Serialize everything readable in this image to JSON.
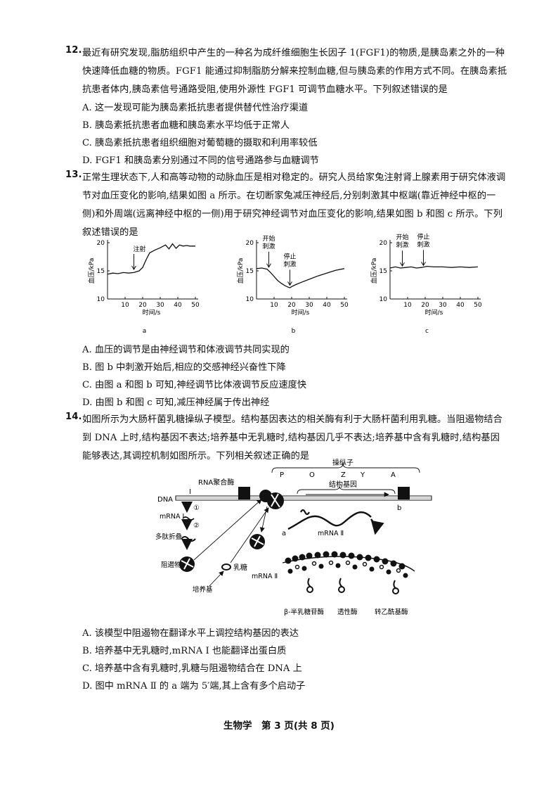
{
  "q12": {
    "num": "12.",
    "lines": [
      "最近有研究发现,脂肪组织中产生的一种名为成纤维细胞生长因子 1(FGF1)的物质,是胰岛素之外的一种",
      "快速降低血糖的物质。FGF1 能通过抑制脂肪分解来控制血糖,但与胰岛素的作用方式不同。在胰岛素抵",
      "抗患者体内,胰岛素信号通路受阻,使用外源性 FGF1 可调节血糖水平。下列叙述错误的是"
    ],
    "options": [
      "A. 这一发现可能为胰岛素抵抗患者提供替代性治疗渠道",
      "B. 胰岛素抵抗患者血糖和胰岛素水平均低于正常人",
      "C. 胰岛素抵抗患者组织细胞对葡萄糖的摄取和利用率较低",
      "D. FGF1 和胰岛素分别通过不同的信号通路参与血糖调节"
    ]
  },
  "q13": {
    "num": "13.",
    "lines": [
      "正常生理状态下,人和高等动物的动脉血压是相对稳定的。研究人员给家兔注射肾上腺素用于研究体液调",
      "节对血压变化的影响,结果如图 a 所示。在切断家兔减压神经后,分别刺激其中枢端(靠近神经中枢的一",
      "侧)和外周端(远离神经中枢的一侧)用于研究神经调节对血压变化的影响,结果如图 b 和图 c 所示。下列",
      "叙述错误的是"
    ],
    "options": [
      "A. 血压的调节是由神经调节和体液调节共同实现的",
      "B. 图 b 中刺激开始后,相应的交感神经兴奋性下降",
      "C. 由图 a 和图 b 可知,神经调节比体液调节反应速度快",
      "D. 由图 b 和图 c 可知,减压神经属于传出神经"
    ]
  },
  "chart_data": [
    {
      "type": "line",
      "panel_label": "a",
      "xlabel": "时间/s",
      "ylabel": "血压/kPa",
      "xlim": [
        0,
        50
      ],
      "ylim": [
        10,
        20
      ],
      "xticks": [
        10,
        20,
        30,
        40,
        50
      ],
      "yticks": [
        10,
        15,
        20
      ],
      "annotations": [
        {
          "text": "注射",
          "x": 15,
          "y": 15
        }
      ],
      "x": [
        0,
        3,
        6,
        9,
        12,
        15,
        18,
        20,
        22,
        24,
        27,
        30,
        33,
        35,
        37,
        39,
        41,
        43,
        45,
        47,
        50
      ],
      "y": [
        14.4,
        14.6,
        14.5,
        14.7,
        14.6,
        14.7,
        15.0,
        15.6,
        17.0,
        18.2,
        18.7,
        19.1,
        19.6,
        18.9,
        19.8,
        19.0,
        19.6,
        19.4,
        19.5,
        19.4,
        19.4
      ]
    },
    {
      "type": "line",
      "panel_label": "b",
      "xlabel": "时间/s",
      "ylabel": "血压/kPa",
      "xlim": [
        0,
        50
      ],
      "ylim": [
        10,
        20
      ],
      "xticks": [
        10,
        20,
        30,
        40,
        50
      ],
      "yticks": [
        10,
        15,
        20
      ],
      "annotations": [
        {
          "text": [
            "开始",
            "刺激"
          ],
          "x": 7,
          "y": 15.4
        },
        {
          "text": [
            "停止",
            "刺激"
          ],
          "x": 19,
          "y": 12.2
        }
      ],
      "x": [
        0,
        3,
        6,
        8,
        10,
        12,
        14,
        16,
        18,
        19,
        20,
        22,
        25,
        30,
        35,
        40,
        45,
        50
      ],
      "y": [
        15.4,
        15.5,
        15.3,
        14.7,
        14.0,
        13.3,
        12.8,
        12.4,
        12.1,
        12.0,
        12.2,
        12.5,
        12.9,
        13.5,
        14.1,
        14.6,
        15.1,
        15.4
      ]
    },
    {
      "type": "line",
      "panel_label": "c",
      "xlabel": "时间/s",
      "ylabel": "血压/kPa",
      "xlim": [
        0,
        50
      ],
      "ylim": [
        10,
        20
      ],
      "xticks": [
        10,
        20,
        30,
        40,
        50
      ],
      "yticks": [
        10,
        15,
        20
      ],
      "annotations": [
        {
          "text": [
            "开始",
            "刺激"
          ],
          "x": 7,
          "y": 15.6
        },
        {
          "text": [
            "停止",
            "刺激"
          ],
          "x": 19,
          "y": 15.7
        }
      ],
      "x": [
        0,
        3,
        6,
        9,
        12,
        15,
        18,
        21,
        25,
        30,
        35,
        40,
        45,
        50
      ],
      "y": [
        15.5,
        15.7,
        15.5,
        15.6,
        15.7,
        15.5,
        15.6,
        15.8,
        15.7,
        15.7,
        15.6,
        15.7,
        15.6,
        15.7
      ]
    }
  ],
  "q14": {
    "num": "14.",
    "lines": [
      "如图所示为大肠杆菌乳糖操纵子模型。结构基因表达的相关酶有利于大肠杆菌利用乳糖。当阻遏物结合",
      "到 DNA 上时,结构基因不表达;培养基中无乳糖时,结构基因几乎不表达;培养基中含有乳糖时,结构基因",
      "能够表达,其调控机制如图所示。下列相关叙述正确的是"
    ],
    "diagram": {
      "operon": "操纵子",
      "structural_gene": "结构基因",
      "rna_polymerase": "RNA聚合酶",
      "dna": "DNA",
      "gene_i": "Ⅰ",
      "gene_letters": [
        "P",
        "O",
        "Z",
        "Y",
        "A"
      ],
      "end_a": "a",
      "end_b": "b",
      "step1": "①",
      "step2": "②",
      "mrna1": "mRNA Ⅰ",
      "mrna2": "mRNA Ⅱ",
      "mrna2_b": "mRNA Ⅱ",
      "folding": "多肽折叠",
      "repressor": "阻遏物",
      "lactose": "乳糖",
      "medium": "培养基",
      "enzymes": [
        "β-半乳糖苷酶",
        "透性酶",
        "转乙酰基酶"
      ]
    },
    "options": [
      "A. 该模型中阻遏物在翻译水平上调控结构基因的表达",
      "B. 培养基中无乳糖时,mRNA Ⅰ 也能翻译出蛋白质",
      "C. 培养基中含有乳糖时,乳糖与阻遏物结合在 DNA 上",
      "D. 图中 mRNA Ⅱ 的 a 端为 5′端,其上含有多个启动子"
    ]
  },
  "footer": "生物学　第 3 页(共 8 页)"
}
